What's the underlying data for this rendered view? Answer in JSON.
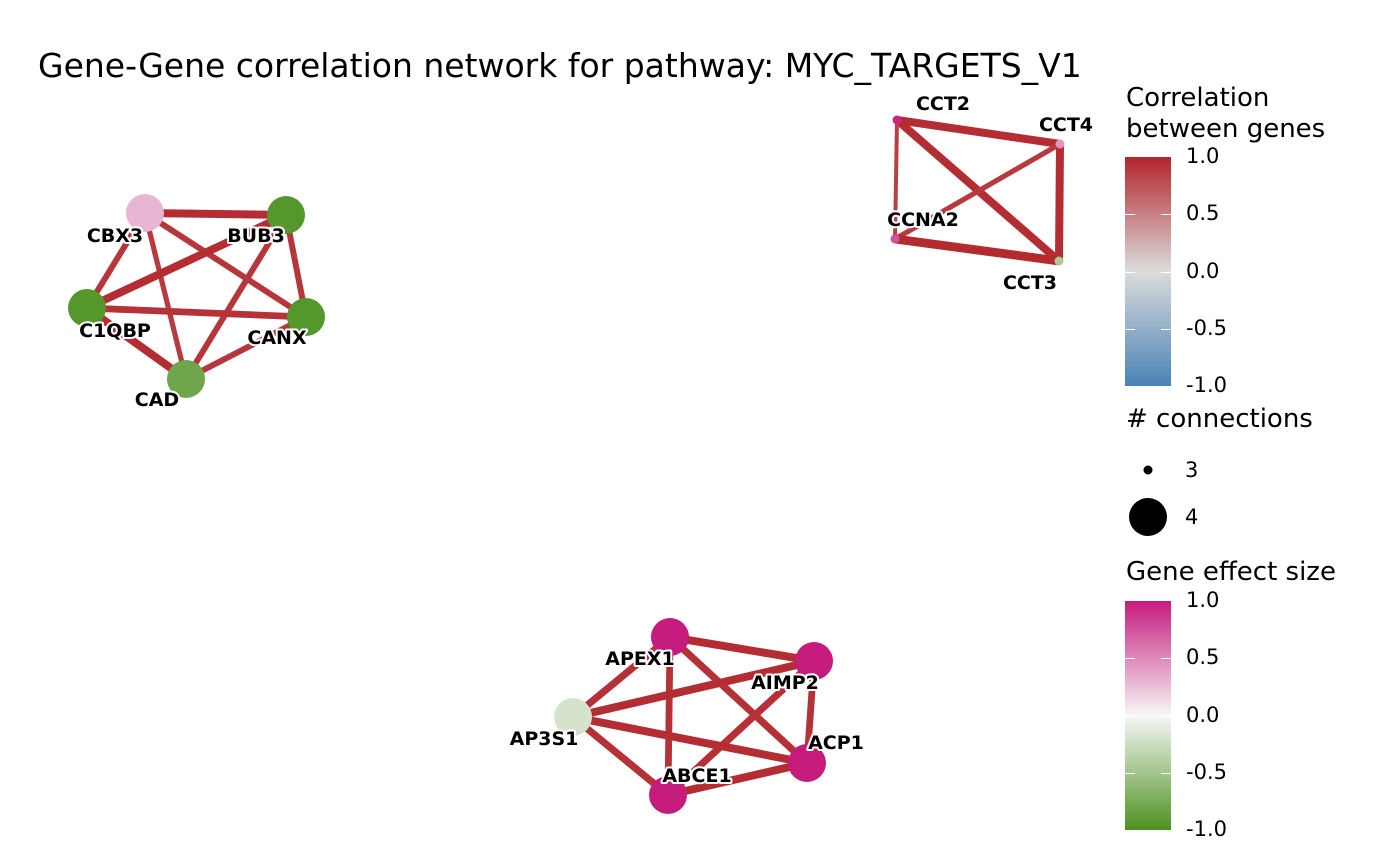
{
  "chart_data": {
    "type": "network",
    "title": "Gene-Gene correlation network for pathway: MYC_TARGETS_V1",
    "nodes": [
      {
        "id": "CBX3",
        "effect": 0.3,
        "connections": 4,
        "cluster": 1
      },
      {
        "id": "BUB3",
        "effect": -0.95,
        "connections": 4,
        "cluster": 1
      },
      {
        "id": "C1QBP",
        "effect": -0.95,
        "connections": 4,
        "cluster": 1
      },
      {
        "id": "CANX",
        "effect": -0.95,
        "connections": 4,
        "cluster": 1
      },
      {
        "id": "CAD",
        "effect": -0.8,
        "connections": 4,
        "cluster": 1
      },
      {
        "id": "CCT2",
        "effect": 0.95,
        "connections": 3,
        "cluster": 2
      },
      {
        "id": "CCT4",
        "effect": 0.45,
        "connections": 3,
        "cluster": 2
      },
      {
        "id": "CCNA2",
        "effect": 0.75,
        "connections": 3,
        "cluster": 2
      },
      {
        "id": "CCT3",
        "effect": -0.45,
        "connections": 3,
        "cluster": 2
      },
      {
        "id": "APEX1",
        "effect": 1.0,
        "connections": 4,
        "cluster": 3
      },
      {
        "id": "AIMP2",
        "effect": 1.0,
        "connections": 4,
        "cluster": 3
      },
      {
        "id": "AP3S1",
        "effect": -0.2,
        "connections": 4,
        "cluster": 3
      },
      {
        "id": "ACP1",
        "effect": 1.0,
        "connections": 4,
        "cluster": 3
      },
      {
        "id": "ABCE1",
        "effect": 1.0,
        "connections": 4,
        "cluster": 3
      }
    ],
    "edges": [
      {
        "source": "CBX3",
        "target": "BUB3",
        "correlation": 0.95
      },
      {
        "source": "CBX3",
        "target": "C1QBP",
        "correlation": 0.9
      },
      {
        "source": "CBX3",
        "target": "CANX",
        "correlation": 0.9
      },
      {
        "source": "CBX3",
        "target": "CAD",
        "correlation": 0.88
      },
      {
        "source": "BUB3",
        "target": "C1QBP",
        "correlation": 0.95
      },
      {
        "source": "BUB3",
        "target": "CANX",
        "correlation": 0.9
      },
      {
        "source": "BUB3",
        "target": "CAD",
        "correlation": 0.9
      },
      {
        "source": "C1QBP",
        "target": "CANX",
        "correlation": 0.92
      },
      {
        "source": "C1QBP",
        "target": "CAD",
        "correlation": 0.95
      },
      {
        "source": "CANX",
        "target": "CAD",
        "correlation": 0.9
      },
      {
        "source": "CCT2",
        "target": "CCT4",
        "correlation": 0.95
      },
      {
        "source": "CCT2",
        "target": "CCT3",
        "correlation": 0.95
      },
      {
        "source": "CCT2",
        "target": "CCNA2",
        "correlation": 0.85
      },
      {
        "source": "CCT4",
        "target": "CCT3",
        "correlation": 0.95
      },
      {
        "source": "CCT4",
        "target": "CCNA2",
        "correlation": 0.88
      },
      {
        "source": "CCNA2",
        "target": "CCT3",
        "correlation": 0.97
      },
      {
        "source": "APEX1",
        "target": "AIMP2",
        "correlation": 0.95
      },
      {
        "source": "APEX1",
        "target": "AP3S1",
        "correlation": 0.93
      },
      {
        "source": "APEX1",
        "target": "ACP1",
        "correlation": 0.93
      },
      {
        "source": "APEX1",
        "target": "ABCE1",
        "correlation": 0.92
      },
      {
        "source": "AIMP2",
        "target": "AP3S1",
        "correlation": 0.95
      },
      {
        "source": "AIMP2",
        "target": "ACP1",
        "correlation": 0.92
      },
      {
        "source": "AIMP2",
        "target": "ABCE1",
        "correlation": 0.93
      },
      {
        "source": "AP3S1",
        "target": "ACP1",
        "correlation": 0.95
      },
      {
        "source": "AP3S1",
        "target": "ABCE1",
        "correlation": 0.93
      },
      {
        "source": "ACP1",
        "target": "ABCE1",
        "correlation": 0.95
      }
    ],
    "legends": {
      "correlation": {
        "title": "Correlation\nbetween genes",
        "title_lines": [
          "Correlation",
          "between genes"
        ],
        "ticks": [
          "1.0",
          "0.5",
          "0.0",
          "-0.5",
          "-1.0"
        ],
        "range": [
          -1.0,
          1.0
        ],
        "colors": {
          "high": "#b2242a",
          "mid": "#dcdcdc",
          "low": "#4a83b4"
        }
      },
      "connections": {
        "title": "# connections",
        "items": [
          {
            "label": "3",
            "value": 3
          },
          {
            "label": "4",
            "value": 4
          }
        ]
      },
      "effect": {
        "title": "Gene effect size",
        "ticks": [
          "1.0",
          "0.5",
          "0.0",
          "-0.5",
          "-1.0"
        ],
        "range": [
          -1.0,
          1.0
        ],
        "colors": {
          "high": "#c51b7d",
          "mid": "#f7f7f7",
          "low": "#4d9221"
        }
      }
    },
    "legend_position": "right"
  }
}
